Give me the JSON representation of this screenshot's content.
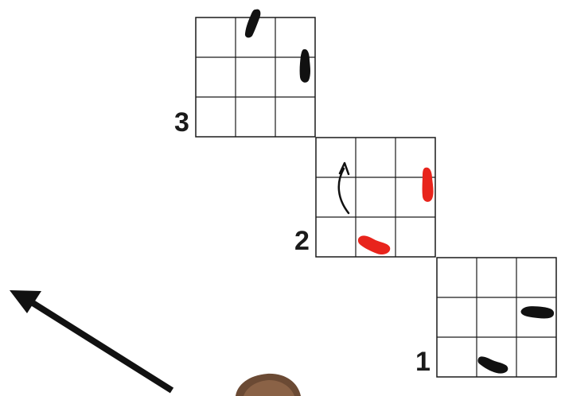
{
  "grids": [
    {
      "label": "3",
      "marks": [
        {
          "row": 0,
          "col": 1,
          "shape": "streak-up",
          "color": "#111111"
        },
        {
          "row": 1,
          "col": 2,
          "shape": "streak-vertical",
          "color": "#111111"
        }
      ],
      "annotation": null
    },
    {
      "label": "2",
      "marks": [
        {
          "row": 1,
          "col": 2,
          "shape": "streak-vertical",
          "color": "#e8241c"
        },
        {
          "row": 2,
          "col": 1,
          "shape": "streak-horizontal",
          "color": "#e8241c"
        }
      ],
      "annotation": {
        "row": 1,
        "col": 0,
        "shape": "curved-arrow-up"
      }
    },
    {
      "label": "1",
      "marks": [
        {
          "row": 1,
          "col": 2,
          "shape": "streak-horizontal",
          "color": "#111111"
        },
        {
          "row": 2,
          "col": 1,
          "shape": "streak-diagonal",
          "color": "#111111"
        }
      ],
      "annotation": null
    }
  ],
  "arrow": {
    "direction": "up-left",
    "color": "#111111"
  },
  "colors": {
    "line": "#1a1a1a",
    "mark_black": "#111111",
    "mark_red": "#e8241c"
  }
}
